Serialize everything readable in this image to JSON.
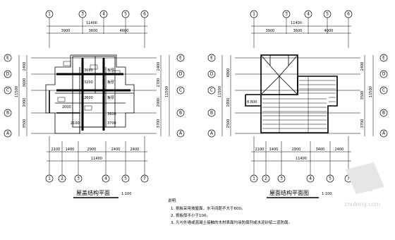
{
  "plans": [
    {
      "title": "屋盖结构平面",
      "scale": "1:100",
      "top_dims": {
        "total": "11400",
        "segments": [
          "3900",
          "3600",
          "4000"
        ]
      },
      "bottom_dims": {
        "total": "11400",
        "segments": [
          "2100",
          "1400",
          "2900",
          "2400",
          "2400"
        ]
      },
      "left_dims": [
        "2400",
        "3600",
        "2000",
        "3500"
      ],
      "left_total": "11500",
      "right_dims": [
        "2400",
        "2700",
        "2000",
        "3700"
      ],
      "right_total": "11500",
      "top_axes": [
        "1",
        "3",
        "4",
        "5",
        "6"
      ],
      "bottom_axes": [
        "1",
        "2",
        "3",
        "4",
        "5",
        "7"
      ],
      "row_axes": [
        "E",
        "D",
        "C",
        "B",
        "A"
      ],
      "inner_labels": [
        "3680",
        "3200",
        "2600",
        "2000",
        "3600",
        "2100",
        "3700",
        "板厚",
        "板厚",
        "板厚"
      ]
    },
    {
      "title": "屋面结构平面图",
      "scale": "1:100",
      "top_dims": {
        "total": "11400",
        "segments": [
          "3900",
          "3600",
          "4000"
        ]
      },
      "bottom_dims": {
        "total": "11400",
        "segments": [
          "2100",
          "1400",
          "2900",
          "3400",
          "2400"
        ]
      },
      "left_dims": [
        "4800",
        "2800",
        "2500"
      ],
      "left_total": "11500",
      "right_dims": [
        "2400",
        "3500",
        "3700"
      ],
      "right_total": "11500",
      "top_axes": [
        "1",
        "3",
        "4",
        "5",
        "6"
      ],
      "bottom_axes": [
        "1",
        "2",
        "3",
        "4",
        "5",
        "7"
      ],
      "row_axes": [
        "E",
        "D",
        "C",
        "B",
        "A"
      ],
      "elevation": "8.800"
    }
  ],
  "notes": {
    "heading": "说明:",
    "items": [
      "1. 挑板采用坡屋面，水平间距不大于600。",
      "2. 挑板厚不小于100。",
      "3. 凡与外墙或混凝土接触的木材表面均涂防腐剂或水泥砂浆二道防腐。"
    ]
  },
  "watermark": "zhulong.com"
}
